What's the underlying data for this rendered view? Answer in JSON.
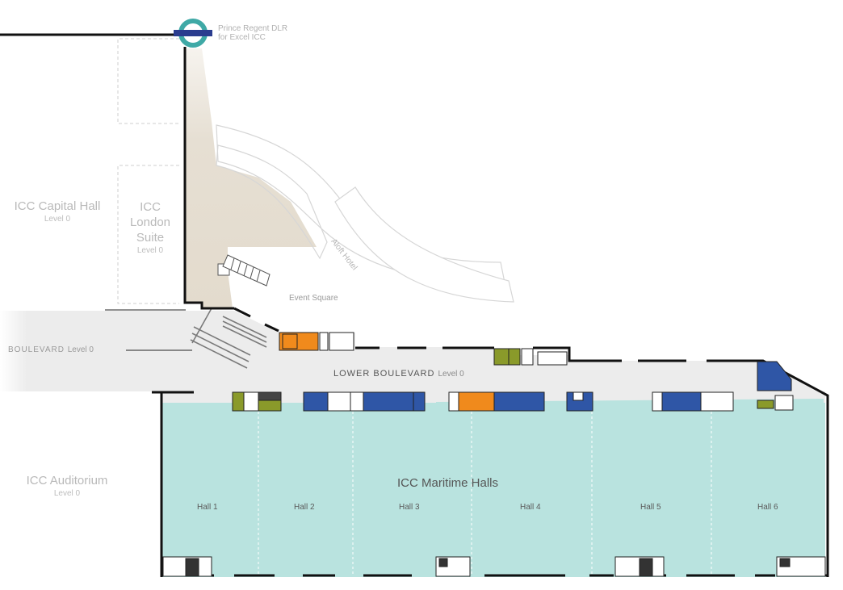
{
  "station": {
    "line1": "Prince Regent DLR",
    "line2": "for Excel ICC",
    "icon": "dlr-roundel-icon"
  },
  "venues": {
    "capital_hall": {
      "name": "ICC Capital Hall",
      "level": "Level 0"
    },
    "london_suite": {
      "name_lines": [
        "ICC",
        "London",
        "Suite"
      ],
      "level": "Level 0"
    },
    "auditorium": {
      "name": "ICC Auditorium",
      "level": "Level 0"
    },
    "maritime_halls": {
      "name": "ICC Maritime Halls"
    }
  },
  "areas": {
    "event_square": "Event Square",
    "aloft_hotel": "Aloft Hotel",
    "boulevard": {
      "name": "BOULEVARD",
      "level": "Level 0"
    },
    "lower_boulevard": {
      "name": "LOWER BOULEVARD",
      "level": "Level 0"
    }
  },
  "halls": [
    "Hall 1",
    "Hall 2",
    "Hall 3",
    "Hall 4",
    "Hall 5",
    "Hall 6"
  ],
  "colors": {
    "hall_fill": "#b9e3df",
    "boulevard_fill": "#eeeeee",
    "plaza_fill": "#e6dfd3",
    "amenity_blue": "#2f56a6",
    "amenity_orange": "#f08a1c",
    "amenity_olive": "#8a9a2a",
    "roundel_teal": "#3fa9a6",
    "roundel_bar": "#2b3d8f"
  }
}
